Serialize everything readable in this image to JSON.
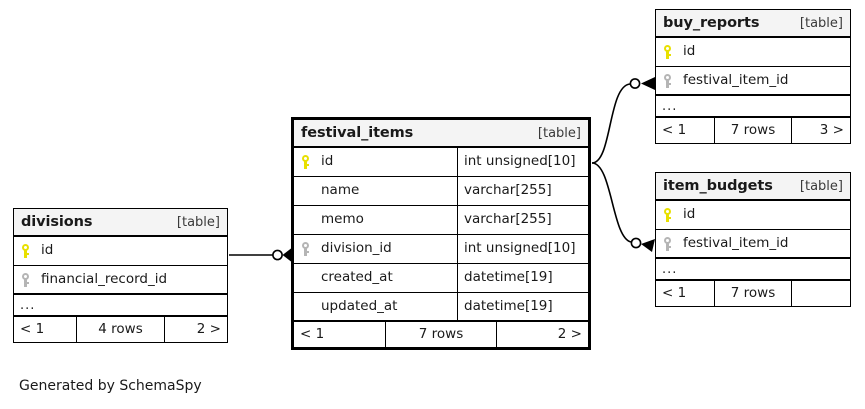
{
  "diagram": {
    "caption": "Generated by SchemaSpy",
    "kind_label": "[table]",
    "ellipsis": "...",
    "colors": {
      "primary_key": "#e8e000",
      "foreign_key": "#b5b5b5",
      "header_background": "#f4f4f4",
      "border": "#000000",
      "page_background": "#ffffff"
    }
  },
  "tables": {
    "festival_items": {
      "name": "festival_items",
      "kind": "[table]",
      "columns": [
        {
          "name": "id",
          "type": "int unsigned[10]",
          "key": "pk"
        },
        {
          "name": "name",
          "type": "varchar[255]",
          "key": "none"
        },
        {
          "name": "memo",
          "type": "varchar[255]",
          "key": "none"
        },
        {
          "name": "division_id",
          "type": "int unsigned[10]",
          "key": "fk"
        },
        {
          "name": "created_at",
          "type": "datetime[19]",
          "key": "none"
        },
        {
          "name": "updated_at",
          "type": "datetime[19]",
          "key": "none"
        }
      ],
      "footer": {
        "prev": "< 1",
        "rows": "7 rows",
        "next": "2 >"
      }
    },
    "divisions": {
      "name": "divisions",
      "kind": "[table]",
      "columns": [
        {
          "name": "id",
          "key": "pk"
        },
        {
          "name": "financial_record_id",
          "key": "fk"
        }
      ],
      "ellipsis": "...",
      "footer": {
        "prev": "< 1",
        "rows": "4 rows",
        "next": "2 >"
      }
    },
    "buy_reports": {
      "name": "buy_reports",
      "kind": "[table]",
      "columns": [
        {
          "name": "id",
          "key": "pk"
        },
        {
          "name": "festival_item_id",
          "key": "fk"
        }
      ],
      "ellipsis": "...",
      "footer": {
        "prev": "< 1",
        "rows": "7 rows",
        "next": "3 >"
      }
    },
    "item_budgets": {
      "name": "item_budgets",
      "kind": "[table]",
      "columns": [
        {
          "name": "id",
          "key": "pk"
        },
        {
          "name": "festival_item_id",
          "key": "fk"
        }
      ],
      "ellipsis": "...",
      "footer": {
        "prev": "< 1",
        "rows": "7 rows",
        "next": ""
      }
    }
  },
  "relationships": [
    {
      "from_table": "divisions",
      "from_column": "id",
      "to_table": "festival_items",
      "to_column": "division_id"
    },
    {
      "from_table": "festival_items",
      "from_column": "id",
      "to_table": "buy_reports",
      "to_column": "festival_item_id"
    },
    {
      "from_table": "festival_items",
      "from_column": "id",
      "to_table": "item_budgets",
      "to_column": "festival_item_id"
    }
  ]
}
